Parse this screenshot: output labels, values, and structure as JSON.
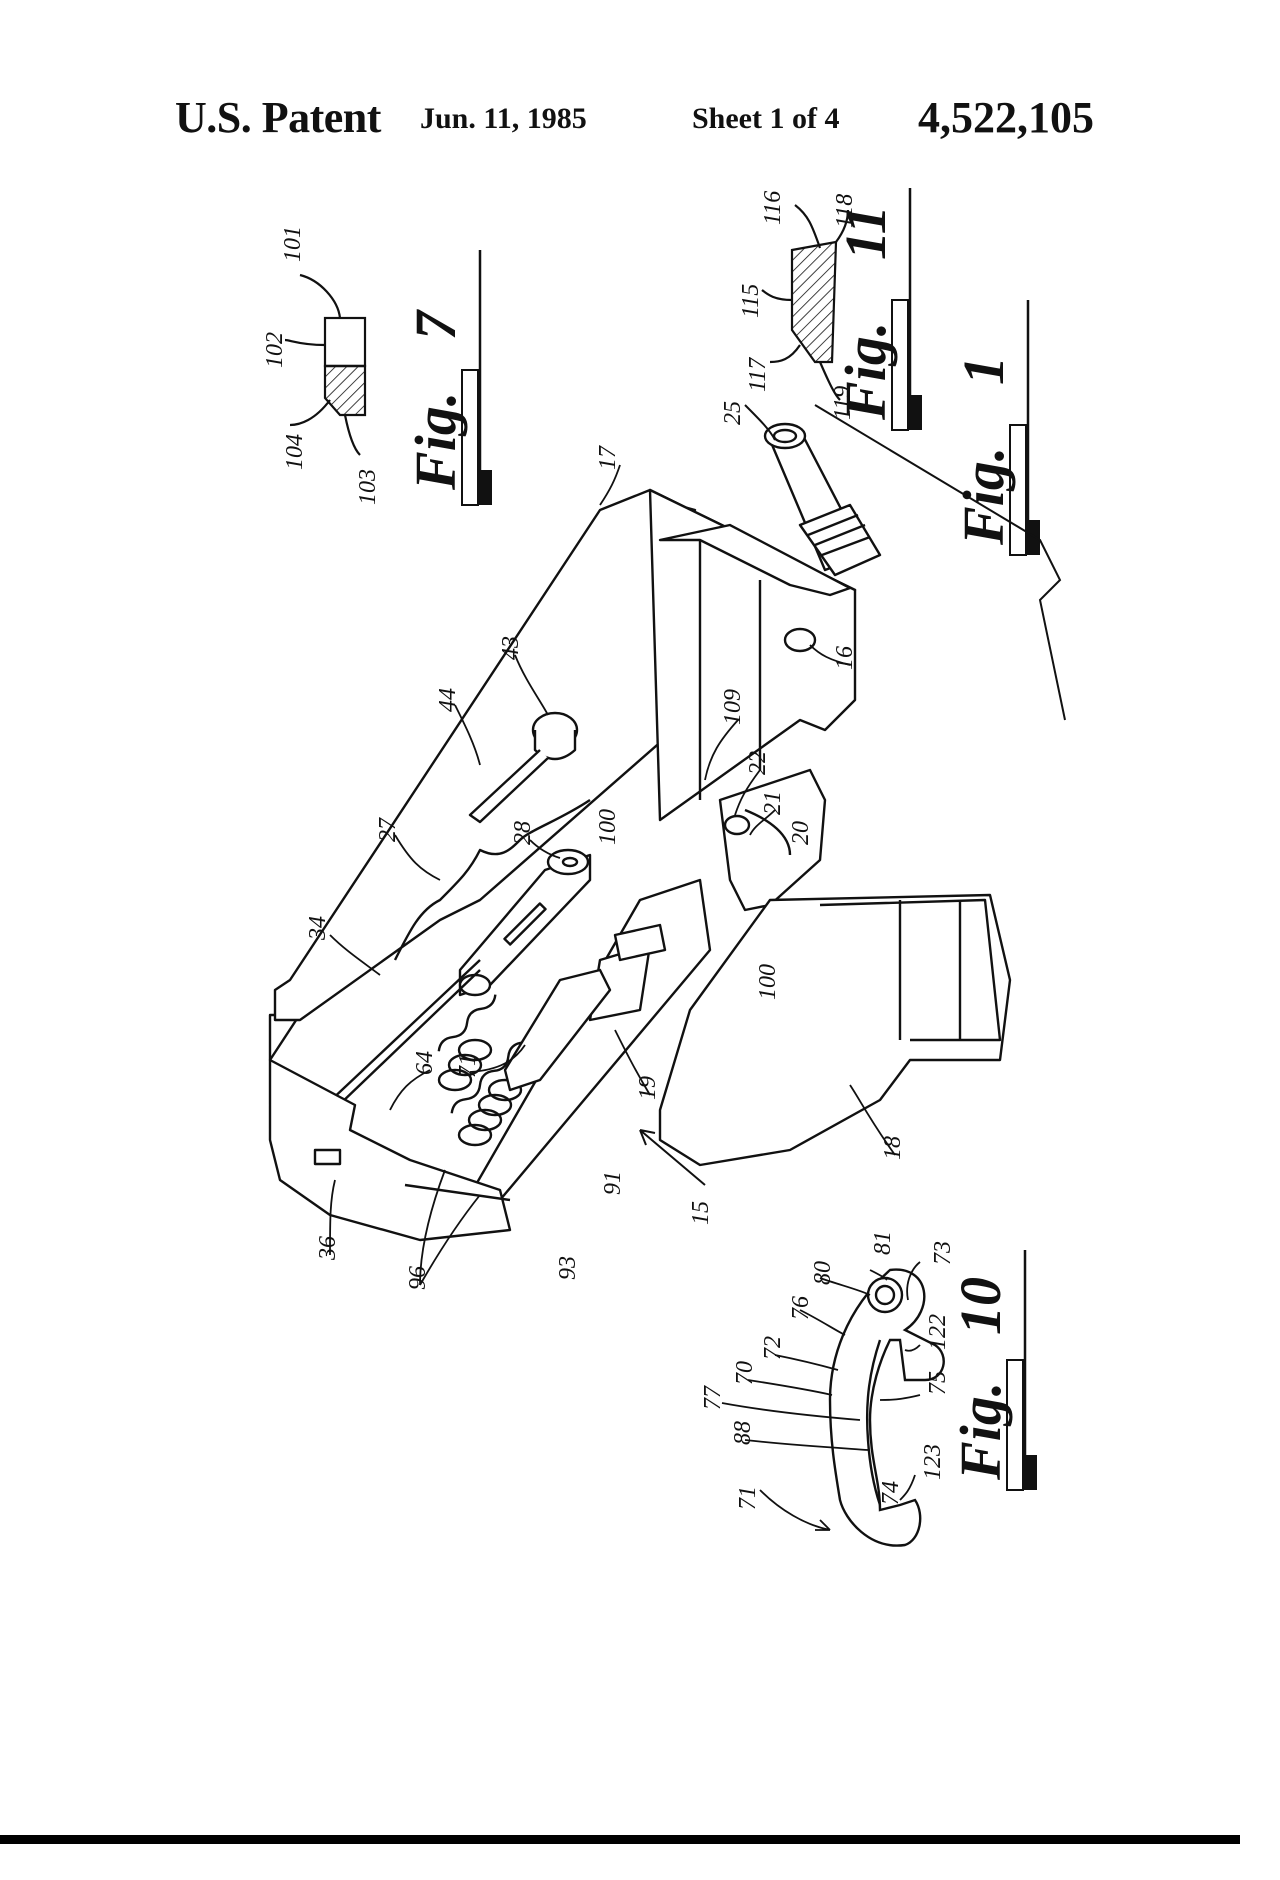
{
  "header": {
    "patent_label": "U.S. Patent",
    "date": "Jun. 11, 1985",
    "sheet": "Sheet 1 of 4",
    "patent_number": "4,522,105"
  },
  "figures": {
    "fig7": "7",
    "fig11": "11",
    "fig1": "1",
    "fig10": "10"
  },
  "fig_prefix": "Fig.",
  "reference_numerals": {
    "n101": "101",
    "n102": "102",
    "n103": "103",
    "n104": "104",
    "n116": "116",
    "n118": "118",
    "n115": "115",
    "n117": "117",
    "n119": "119",
    "n25": "25",
    "n17": "17",
    "n43": "43",
    "n44": "44",
    "n27": "27",
    "n28": "28",
    "n34": "34",
    "n100a": "100",
    "n100b": "100",
    "n109": "109",
    "n22": "22",
    "n21": "21",
    "n20": "20",
    "n16": "16",
    "n64": "64",
    "n71a": "71",
    "n19": "19",
    "n18": "18",
    "n91": "91",
    "n15": "15",
    "n93": "93",
    "n96": "96",
    "n36": "36",
    "n81": "81",
    "n80": "80",
    "n73": "73",
    "n76": "76",
    "n122": "122",
    "n72": "72",
    "n75": "75",
    "n70": "70",
    "n77": "77",
    "n88": "88",
    "n123": "123",
    "n74": "74",
    "n71b": "71"
  }
}
